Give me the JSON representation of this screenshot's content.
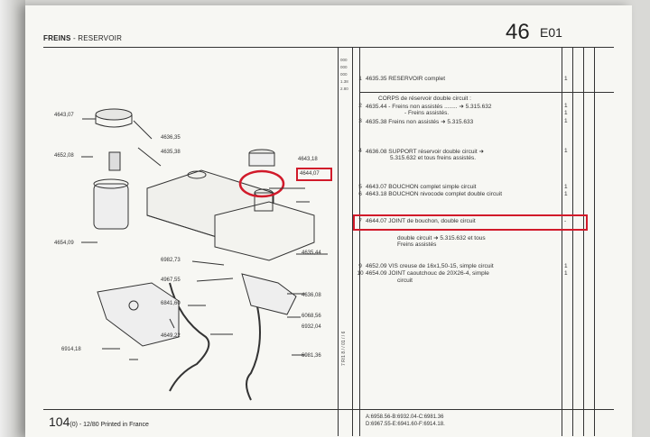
{
  "header": {
    "section": "FREINS",
    "subsection": "RESERVOIR",
    "page_number": "46",
    "page_code": "E01"
  },
  "footer": {
    "page": "104",
    "suffix": "(0) - 12/80 Printed in France"
  },
  "diagram_refs": [
    "4643,07",
    "4636,35",
    "4652,08",
    "4635,38",
    "4643,18",
    "4644,07",
    "4654,09",
    "4635,44",
    "6982,73",
    "4967,55",
    "4636,08",
    "6841,60",
    "6068,56",
    "6932,04",
    "4649,22",
    "6981,36",
    "6914,18"
  ],
  "highlight_ref": "4644,07",
  "side_codes": [
    "000",
    "000",
    "000",
    "1.38",
    "2.80"
  ],
  "rows": [
    {
      "num": "1",
      "text": "4635.35 RESERVOIR complet",
      "qty": "1"
    },
    {
      "num": "",
      "text": "CORPS de réservoir double circuit :",
      "qty": ""
    },
    {
      "num": "2",
      "text": "4635.44  - Freins non assistés ........ ➜ 5.315.632",
      "qty": "1"
    },
    {
      "num": "",
      "text": "- Freins assistés.",
      "qty": "1"
    },
    {
      "num": "3",
      "text": "4635.38   Freins non assistés ➜ 5.315.633",
      "qty": "1"
    },
    {
      "num": "4",
      "text": "4636.08 SUPPORT réservoir double circuit ➜",
      "qty": "1"
    },
    {
      "num": "",
      "text": "5.315.632 et tous freins assistés.",
      "qty": ""
    },
    {
      "num": "5",
      "text": "4643.07 BOUCHON complet simple circuit",
      "qty": "1"
    },
    {
      "num": "6",
      "text": "4643.18 BOUCHON nivocode complet double circuit",
      "qty": "1"
    },
    {
      "num": "7",
      "text": "4644.07 JOINT de bouchon, double circuit",
      "qty": "-"
    },
    {
      "num": "",
      "text": "double circuit ➜ 5.315.632 et tous",
      "qty": ""
    },
    {
      "num": "",
      "text": "Freins assistés",
      "qty": ""
    },
    {
      "num": "9",
      "text": "4652.09 VIS creuse de 16x1,50-15, simple circuit",
      "qty": "1"
    },
    {
      "num": "10",
      "text": "4654.09 JOINT caoutchouc de 20X26-4, simple",
      "qty": "1"
    },
    {
      "num": "",
      "text": "circuit",
      "qty": ""
    }
  ],
  "bottom_refs": [
    "A:6958.56-B:6932.04-C:6981.36",
    "D:6967.55-E:6941.60-F:6914.18."
  ],
  "vertical_code": "7 R/1 8  /  / 01  /  / 6"
}
